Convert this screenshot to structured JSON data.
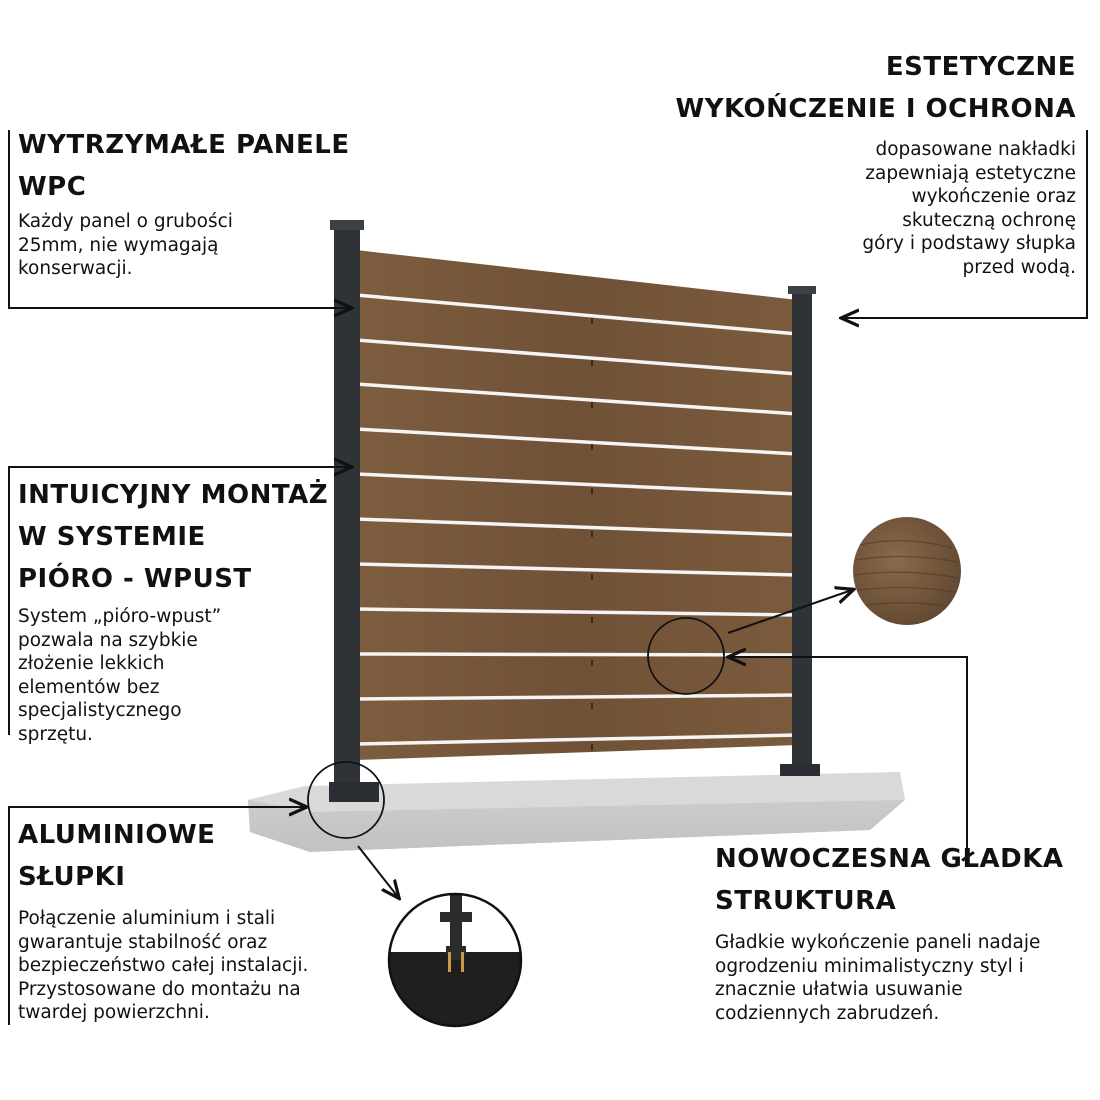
{
  "features": {
    "panels": {
      "title_lines": [
        "WYTRZYMAŁE PANELE",
        "WPC"
      ],
      "desc_lines": [
        "Każdy panel o grubości",
        "25mm, nie wymagają",
        "konserwacji."
      ]
    },
    "finish": {
      "title_lines": [
        "ESTETYCZNE",
        "WYKOŃCZENIE I OCHRONA"
      ],
      "desc_lines": [
        "dopasowane nakładki",
        "zapewniają estetyczne",
        "wykończenie oraz",
        "skuteczną ochronę",
        "góry i podstawy słupka",
        "przed wodą."
      ]
    },
    "mounting": {
      "title_lines": [
        "INTUICYJNY MONTAŻ",
        "W SYSTEMIE",
        "PIÓRO - WPUST"
      ],
      "desc_lines": [
        "System „pióro-wpust”",
        "pozwala na szybkie",
        "złożenie lekkich",
        "elementów bez",
        "specjalistycznego",
        "sprzętu."
      ]
    },
    "posts": {
      "title_lines": [
        "ALUMINIOWE",
        "SŁUPKI"
      ],
      "desc_lines": [
        "Połączenie aluminium i stali",
        "gwarantuje stabilność oraz",
        "bezpieczeństwo całej instalacji.",
        "Przystosowane do montażu na",
        "twardej powierzchni."
      ]
    },
    "structure": {
      "title_lines": [
        "NOWOCZESNA GŁADKA",
        "STRUKTURA"
      ],
      "desc_lines": [
        "Gładkie wykończenie paneli nadaje",
        "ogrodzeniu minimalistyczny styl i",
        "znacznie ułatwia usuwanie",
        "codziennych zabrudzeń."
      ]
    }
  },
  "colors": {
    "panel_wood": "#7a5a3c",
    "post_aluminium": "#2e3236",
    "concrete_base": "#cfcfcf",
    "text": "#111111"
  }
}
